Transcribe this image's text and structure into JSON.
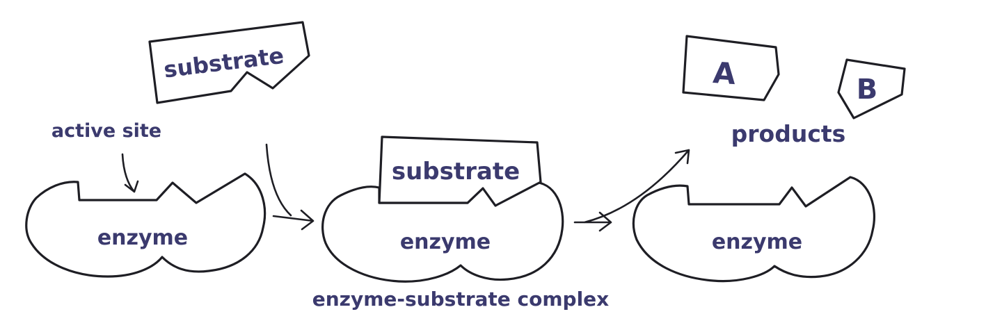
{
  "labels": {
    "substrate_free": "substrate",
    "active_site": "active site",
    "enzyme_1": "enzyme",
    "substrate_bound": "substrate",
    "enzyme_2": "enzyme",
    "complex": "enzyme-substrate complex",
    "product_a": "A",
    "product_b": "B",
    "products": "products",
    "enzyme_3": "enzyme"
  },
  "colors": {
    "outline": "#1e1e24",
    "text": "#3b3a6e",
    "background": "#ffffff"
  }
}
